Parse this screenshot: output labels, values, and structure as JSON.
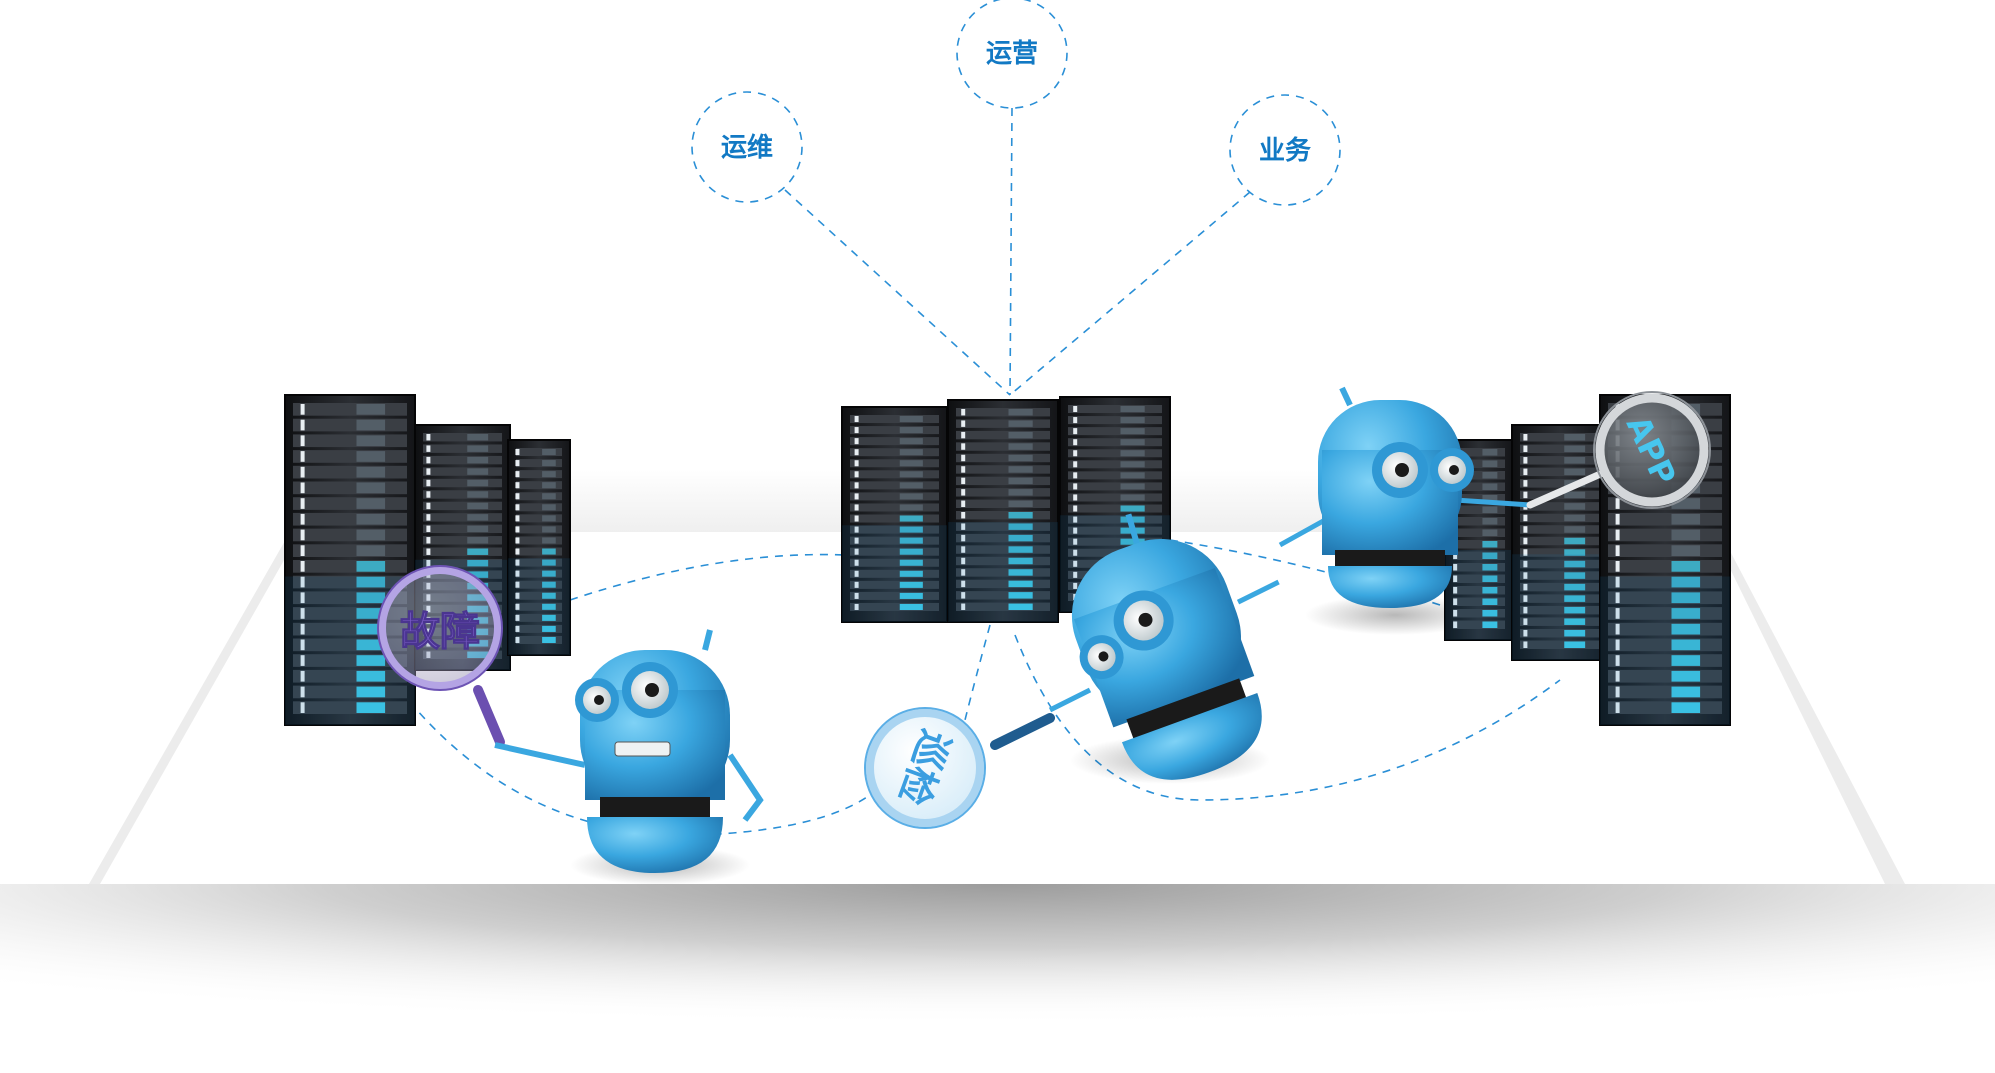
{
  "illustration": {
    "topic_nodes": [
      {
        "id": "ops",
        "label": "运维"
      },
      {
        "id": "operations",
        "label": "运营"
      },
      {
        "id": "business",
        "label": "业务"
      }
    ],
    "magnifier_labels": {
      "fault": "故障",
      "inspection": "巡检",
      "app": "APP"
    },
    "colors": {
      "accent_blue": "#1279c4",
      "dash_line": "#2a8fd6",
      "robot_blue": "#3aa7e0",
      "fault_purple": "#7b5cc6",
      "inspection_blue": "#3b9ee0",
      "app_cyan": "#47c6ee",
      "server_dark": "#1b1d20",
      "server_led": "#3fd0ee"
    }
  }
}
